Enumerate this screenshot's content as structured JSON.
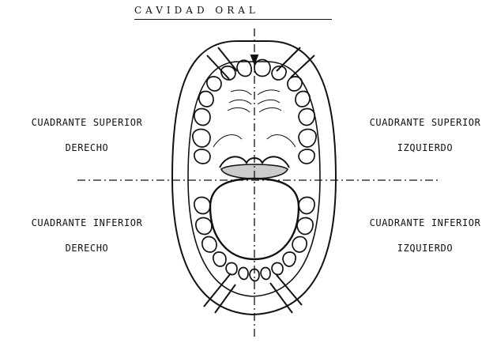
{
  "diagram": {
    "title": "CAVIDAD ORAL",
    "quadrants": {
      "upper_right": {
        "line1": "CUADRANTE SUPERIOR",
        "line2": "DERECHO"
      },
      "upper_left": {
        "line1": "CUADRANTE SUPERIOR",
        "line2": "IZQUIERDO"
      },
      "lower_right": {
        "line1": "CUADRANTE INFERIOR",
        "line2": "DERECHO"
      },
      "lower_left": {
        "line1": "CUADRANTE INFERIOR",
        "line2": "IZQUIERDO"
      }
    }
  }
}
